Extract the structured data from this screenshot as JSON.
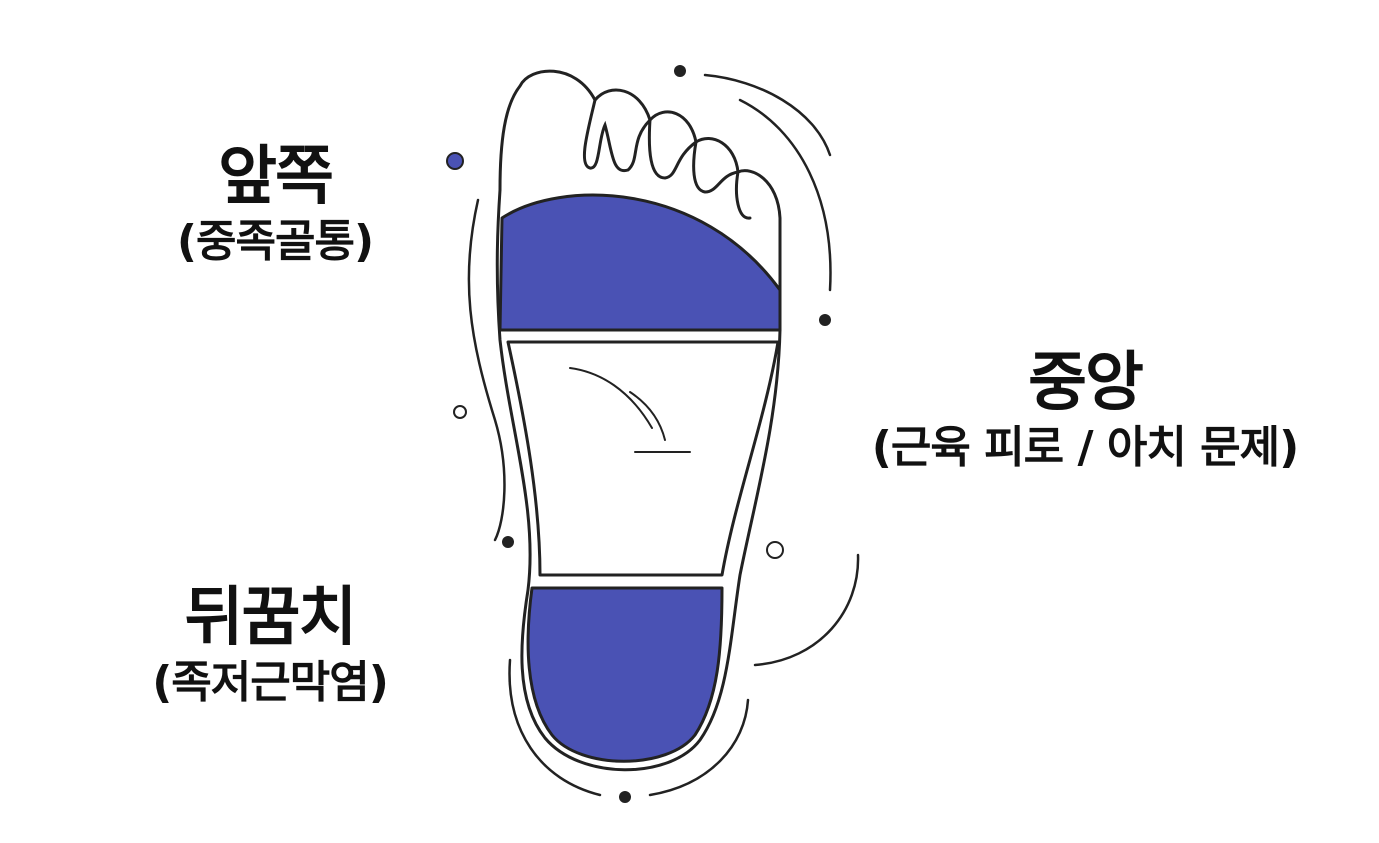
{
  "labels": {
    "front": {
      "title": "앞쪽",
      "subtitle": "(중족골통)"
    },
    "middle": {
      "title": "중앙",
      "subtitle": "(근육 피로 / 아치 문제)"
    },
    "heel": {
      "title": "뒤꿈치",
      "subtitle": "(족저근막염)"
    }
  },
  "colors": {
    "highlight": "#4a52b4",
    "outline": "#222222",
    "background": "#ffffff"
  }
}
